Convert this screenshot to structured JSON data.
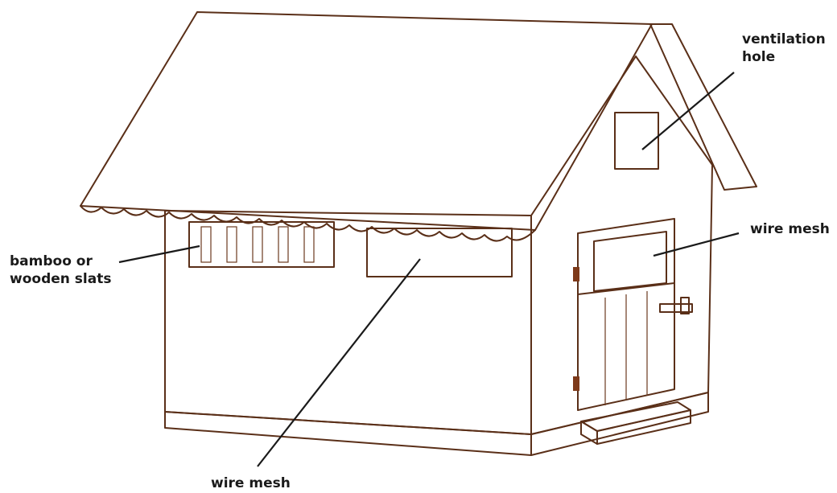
{
  "diagram": {
    "colors": {
      "roof_tile": "#c4683a",
      "roof_tile_dark": "#9c4a26",
      "wall": "#f0c07a",
      "wall_shade": "#e0a35c",
      "door": "#c4683a",
      "outline": "#5a2f18"
    },
    "labels": {
      "ventilation_line1": "ventilation",
      "ventilation_line2": "hole",
      "wire_mesh_right": "wire mesh",
      "slats_line1": "bamboo or",
      "slats_line2": "wooden slats",
      "wire_mesh_bottom": "wire mesh"
    }
  }
}
